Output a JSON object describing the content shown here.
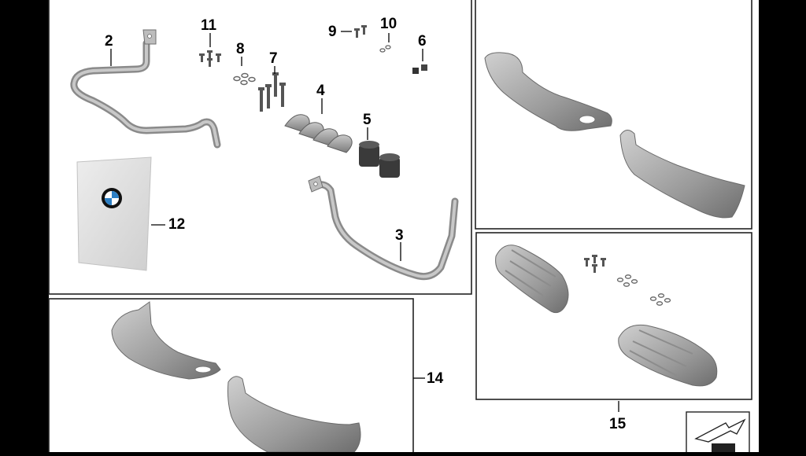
{
  "diagram": {
    "callouts": {
      "c2": "2",
      "c3": "3",
      "c4": "4",
      "c5": "5",
      "c6": "6",
      "c7": "7",
      "c8": "8",
      "c9": "9",
      "c10": "10",
      "c11": "11",
      "c12": "12",
      "c14": "14",
      "c15": "15"
    },
    "parts": [
      {
        "key": "c2",
        "name": "handguard-bracket-left"
      },
      {
        "key": "c3",
        "name": "handguard-bracket-right"
      },
      {
        "key": "c4",
        "name": "clamp-set"
      },
      {
        "key": "c5",
        "name": "rubber-buffer"
      },
      {
        "key": "c6",
        "name": "nut"
      },
      {
        "key": "c7",
        "name": "screw-set"
      },
      {
        "key": "c8",
        "name": "washer-set"
      },
      {
        "key": "c9",
        "name": "screw"
      },
      {
        "key": "c10",
        "name": "washer"
      },
      {
        "key": "c11",
        "name": "screw-set-small"
      },
      {
        "key": "c12",
        "name": "instruction-leaflet"
      },
      {
        "key": "c14",
        "name": "hand-protector-kit"
      },
      {
        "key": "c15",
        "name": "hand-protector-extension-kit"
      }
    ],
    "logo": "bmw-roundel",
    "nav_icon": "next-page-arrow-icon",
    "colors": {
      "background": "#ffffff",
      "frame": "#000000",
      "side-band": "#000000",
      "part-metal": "#a9a9a9"
    }
  }
}
